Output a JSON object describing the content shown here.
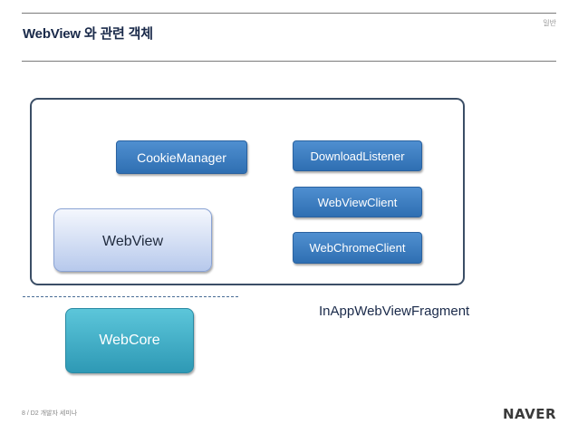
{
  "slide": {
    "title": "WebView 와 관련 객체",
    "tag": "일반",
    "footer": "8 / D2 개발자 세미나",
    "logo": "NAVER"
  },
  "diagram": {
    "boxes": {
      "cookie_manager": "CookieManager",
      "download_listener": "DownloadListener",
      "webview_client": "WebViewClient",
      "webchrome_client": "WebChromeClient",
      "webview": "WebView",
      "webcore": "WebCore"
    },
    "container_label": "InAppWebViewFragment"
  }
}
